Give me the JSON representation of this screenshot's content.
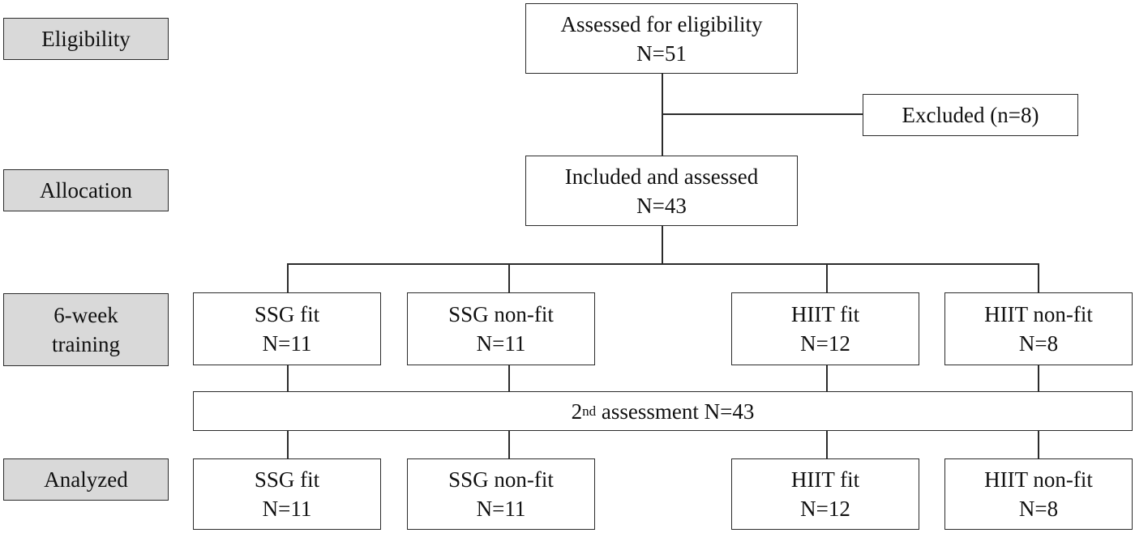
{
  "stages": {
    "eligibility": "Eligibility",
    "allocation": "Allocation",
    "training_line1": "6-week",
    "training_line2": "training",
    "analyzed": "Analyzed"
  },
  "assessed": {
    "label": "Assessed for eligibility",
    "n": "N=51"
  },
  "excluded": {
    "label": "Excluded (n=8)"
  },
  "included": {
    "label": "Included and assessed",
    "n": "N=43"
  },
  "training_groups": [
    {
      "label": "SSG fit",
      "n": "N=11"
    },
    {
      "label": "SSG non-fit",
      "n": "N=11"
    },
    {
      "label": "HIIT fit",
      "n": "N=12"
    },
    {
      "label": "HIIT non-fit",
      "n": "N=8"
    }
  ],
  "second_assessment": {
    "number": "2",
    "suffix": "nd",
    "text": " assessment N=43"
  },
  "analyzed_groups": [
    {
      "label": "SSG fit",
      "n": "N=11"
    },
    {
      "label": "SSG non-fit",
      "n": "N=11"
    },
    {
      "label": "HIIT fit",
      "n": "N=12"
    },
    {
      "label": "HIIT non-fit",
      "n": "N=8"
    }
  ]
}
